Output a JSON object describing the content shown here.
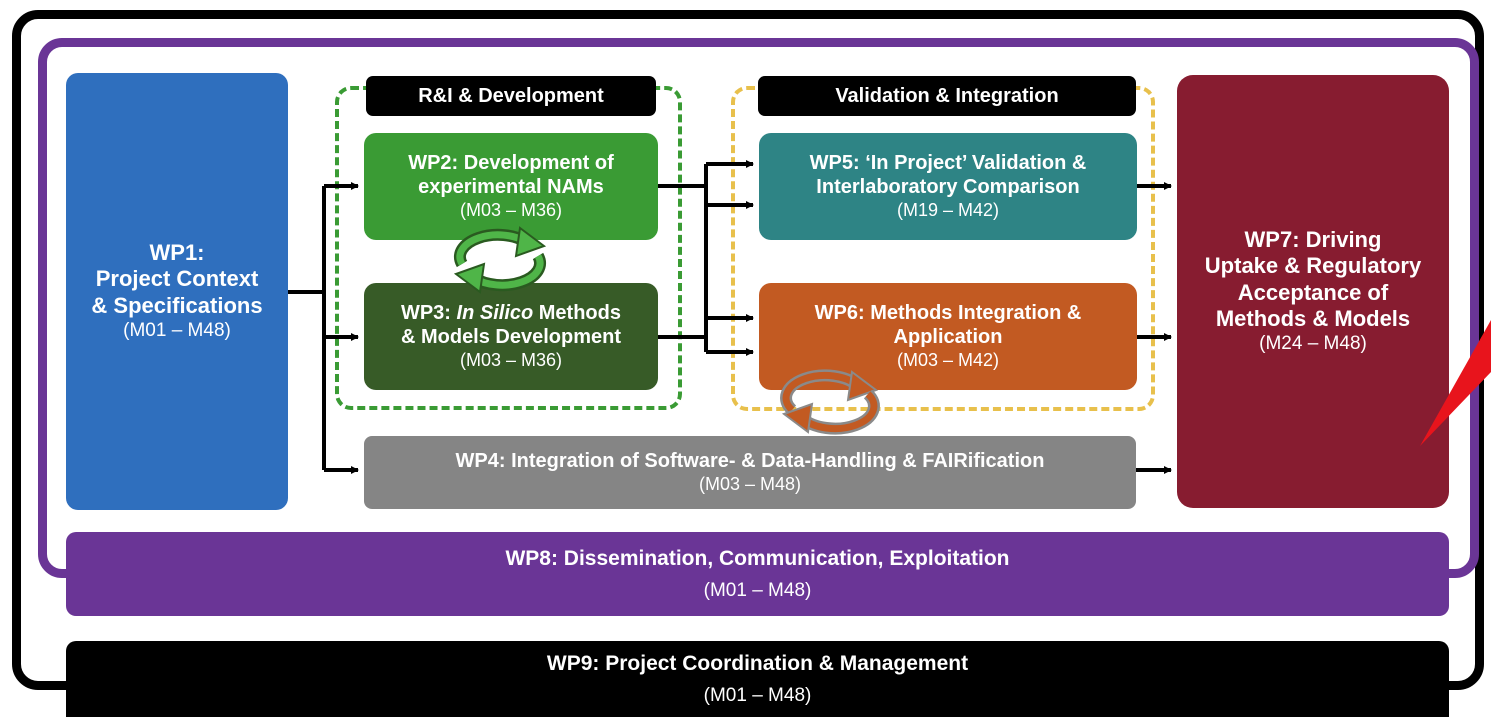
{
  "headers": {
    "rd": "R&I & Development",
    "vi": "Validation & Integration"
  },
  "wp1": {
    "title_line1": "WP1:",
    "title_line2": "Project Context",
    "title_line3": "& Specifications",
    "period": "(M01 – M48)"
  },
  "wp2": {
    "title_line1": "WP2: Development of",
    "title_line2": "experimental NAMs",
    "period": "(M03 – M36)"
  },
  "wp3": {
    "title_prefix": "WP3: ",
    "title_italic": "In Silico",
    "title_suffix": " Methods",
    "title_line2": "& Models Development",
    "period": "(M03 – M36)"
  },
  "wp4": {
    "title": "WP4: Integration of Software- & Data-Handling & FAIRification",
    "period": "(M03 – M48)"
  },
  "wp5": {
    "title_line1": "WP5: ‘In Project’ Validation &",
    "title_line2": "Interlaboratory Comparison",
    "period": "(M19 – M42)"
  },
  "wp6": {
    "title_line1": "WP6: Methods Integration &",
    "title_line2": "Application",
    "period": "(M03 – M42)"
  },
  "wp7": {
    "title_line1": "WP7: Driving",
    "title_line2": "Uptake & Regulatory",
    "title_line3": "Acceptance of",
    "title_line4": "Methods & Models",
    "period": "(M24 – M48)"
  },
  "wp8": {
    "title": "WP8: Dissemination, Communication, Exploitation",
    "period": "(M01 – M48)"
  },
  "wp9": {
    "title": "WP9: Project Coordination & Management",
    "period": "(M01 – M48)"
  },
  "colors": {
    "wp1": "#2f6fbe",
    "wp2": "#3a9b34",
    "wp3": "#375b27",
    "wp4": "#858585",
    "wp5": "#2e8485",
    "wp6": "#c25a22",
    "wp7": "#871c30",
    "wp8": "#6a3596",
    "wp9": "#000000"
  },
  "icons": [
    "cycle-arrows-green-icon",
    "cycle-arrows-orange-icon",
    "red-pointer-icon"
  ]
}
